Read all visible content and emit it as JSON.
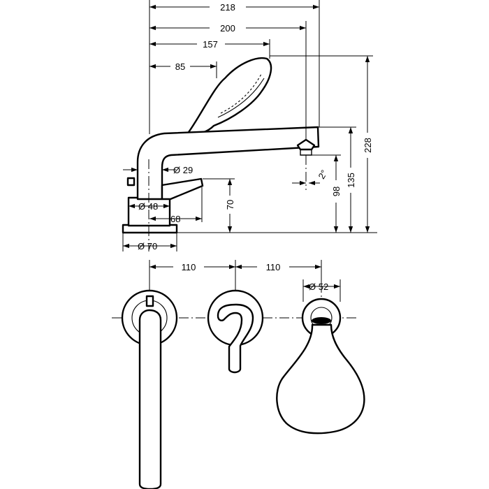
{
  "dimensions": {
    "width_218": "218",
    "width_200": "200",
    "width_157": "157",
    "width_85": "85",
    "dia_29": "Ø 29",
    "dia_48": "Ø 48",
    "len_68": "68",
    "dia_70": "Ø 70",
    "height_70": "70",
    "height_98": "98",
    "height_135": "135",
    "height_228": "228",
    "angle_2": "2°",
    "spacing_110_left": "110",
    "spacing_110_right": "110",
    "dia_52": "Ø 52"
  }
}
